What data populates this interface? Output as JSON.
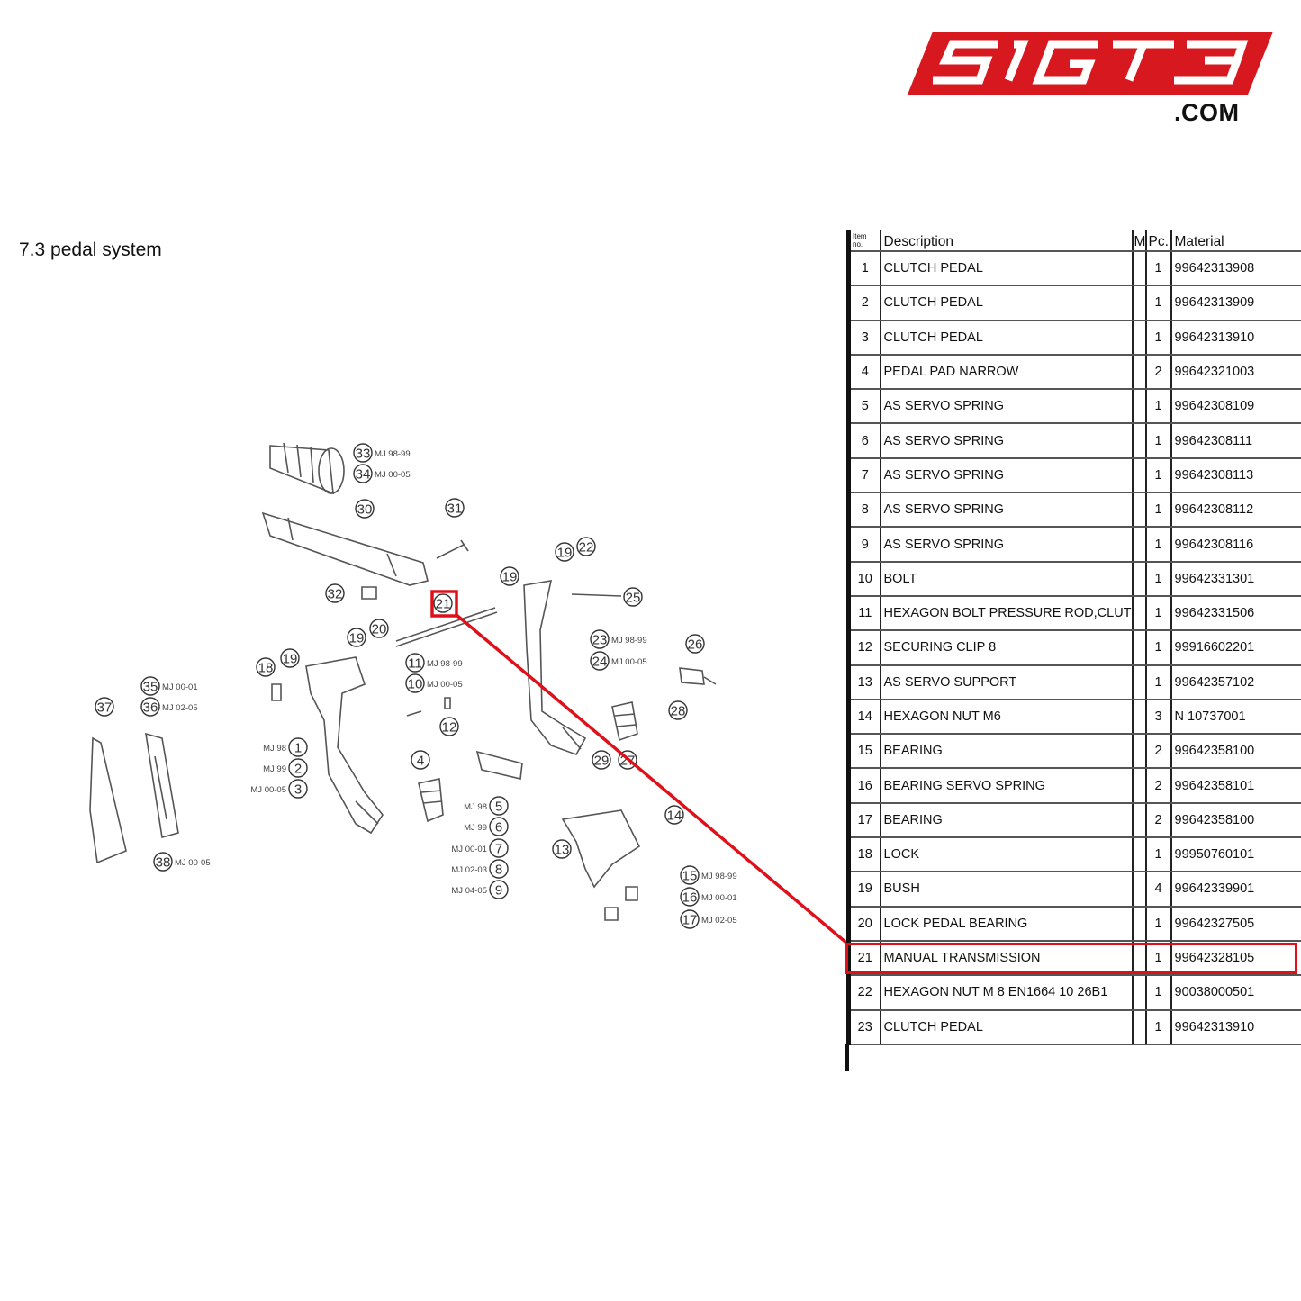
{
  "brand": {
    "logo_text": "SIGT3",
    "domain": ".COM",
    "color": "#d7191f"
  },
  "section_title": "7.3  pedal system",
  "highlight": {
    "item": "21",
    "color": "#e0101a"
  },
  "table": {
    "headers": {
      "item": "Item no.",
      "description": "Description",
      "m": "M",
      "pc": "Pc.",
      "material": "Material"
    },
    "rows": [
      {
        "item": "1",
        "description": "CLUTCH PEDAL",
        "m": "",
        "pc": "1",
        "material": "99642313908"
      },
      {
        "item": "2",
        "description": "CLUTCH PEDAL",
        "m": "",
        "pc": "1",
        "material": "99642313909"
      },
      {
        "item": "3",
        "description": "CLUTCH PEDAL",
        "m": "",
        "pc": "1",
        "material": "99642313910"
      },
      {
        "item": "4",
        "description": "PEDAL PAD NARROW",
        "m": "",
        "pc": "2",
        "material": "99642321003"
      },
      {
        "item": "5",
        "description": "AS SERVO SPRING",
        "m": "",
        "pc": "1",
        "material": "99642308109"
      },
      {
        "item": "6",
        "description": "AS SERVO SPRING",
        "m": "",
        "pc": "1",
        "material": "99642308111"
      },
      {
        "item": "7",
        "description": "AS SERVO SPRING",
        "m": "",
        "pc": "1",
        "material": "99642308113"
      },
      {
        "item": "8",
        "description": "AS SERVO SPRING",
        "m": "",
        "pc": "1",
        "material": "99642308112"
      },
      {
        "item": "9",
        "description": "AS SERVO SPRING",
        "m": "",
        "pc": "1",
        "material": "99642308116"
      },
      {
        "item": "10",
        "description": "BOLT",
        "m": "",
        "pc": "1",
        "material": "99642331301"
      },
      {
        "item": "11",
        "description": "HEXAGON BOLT PRESSURE ROD,CLUTCH",
        "m": "",
        "pc": "1",
        "material": "99642331506"
      },
      {
        "item": "12",
        "description": "SECURING CLIP 8",
        "m": "",
        "pc": "1",
        "material": "99916602201"
      },
      {
        "item": "13",
        "description": "AS SERVO SUPPORT",
        "m": "",
        "pc": "1",
        "material": "99642357102"
      },
      {
        "item": "14",
        "description": "HEXAGON NUT M6",
        "m": "",
        "pc": "3",
        "material": "N 10737001"
      },
      {
        "item": "15",
        "description": "BEARING",
        "m": "",
        "pc": "2",
        "material": "99642358100"
      },
      {
        "item": "16",
        "description": "BEARING SERVO SPRING",
        "m": "",
        "pc": "2",
        "material": "99642358101"
      },
      {
        "item": "17",
        "description": "BEARING",
        "m": "",
        "pc": "2",
        "material": "99642358100"
      },
      {
        "item": "18",
        "description": "LOCK",
        "m": "",
        "pc": "1",
        "material": "99950760101"
      },
      {
        "item": "19",
        "description": "BUSH",
        "m": "",
        "pc": "4",
        "material": "99642339901"
      },
      {
        "item": "20",
        "description": "LOCK PEDAL BEARING",
        "m": "",
        "pc": "1",
        "material": "99642327505"
      },
      {
        "item": "21",
        "description": "MANUAL TRANSMISSION",
        "m": "",
        "pc": "1",
        "material": "99642328105"
      },
      {
        "item": "22",
        "description": "HEXAGON NUT M 8 EN1664 10 26B1",
        "m": "",
        "pc": "1",
        "material": "90038000501"
      },
      {
        "item": "23",
        "description": "CLUTCH PEDAL",
        "m": "",
        "pc": "1",
        "material": "99642313910"
      }
    ]
  },
  "callouts": [
    {
      "n": "33",
      "mj": "MJ 98-99"
    },
    {
      "n": "34",
      "mj": "MJ 00-05"
    },
    {
      "n": "30",
      "mj": ""
    },
    {
      "n": "31",
      "mj": ""
    },
    {
      "n": "32",
      "mj": ""
    },
    {
      "n": "21",
      "mj": ""
    },
    {
      "n": "19",
      "mj": ""
    },
    {
      "n": "22",
      "mj": ""
    },
    {
      "n": "19",
      "mj": ""
    },
    {
      "n": "25",
      "mj": ""
    },
    {
      "n": "23",
      "mj": "MJ 98-99"
    },
    {
      "n": "24",
      "mj": "MJ 00-05"
    },
    {
      "n": "26",
      "mj": ""
    },
    {
      "n": "19",
      "mj": ""
    },
    {
      "n": "20",
      "mj": ""
    },
    {
      "n": "18",
      "mj": ""
    },
    {
      "n": "19",
      "mj": ""
    },
    {
      "n": "11",
      "mj": "MJ 98-99"
    },
    {
      "n": "10",
      "mj": "MJ 00-05"
    },
    {
      "n": "12",
      "mj": ""
    },
    {
      "n": "35",
      "mj": "MJ 00-01"
    },
    {
      "n": "36",
      "mj": "MJ 02-05"
    },
    {
      "n": "37",
      "mj": ""
    },
    {
      "n": "28",
      "mj": ""
    },
    {
      "n": "29",
      "mj": ""
    },
    {
      "n": "27",
      "mj": ""
    },
    {
      "n": "4",
      "mj": ""
    },
    {
      "n": "1",
      "mj": "MJ 98"
    },
    {
      "n": "2",
      "mj": "MJ 99"
    },
    {
      "n": "3",
      "mj": "MJ 00-05"
    },
    {
      "n": "5",
      "mj": "MJ 98"
    },
    {
      "n": "6",
      "mj": "MJ 99"
    },
    {
      "n": "7",
      "mj": "MJ 00-01"
    },
    {
      "n": "8",
      "mj": "MJ 02-03"
    },
    {
      "n": "9",
      "mj": "MJ 04-05"
    },
    {
      "n": "14",
      "mj": ""
    },
    {
      "n": "13",
      "mj": ""
    },
    {
      "n": "38",
      "mj": "MJ 00-05"
    },
    {
      "n": "15",
      "mj": "MJ 98-99"
    },
    {
      "n": "16",
      "mj": "MJ 00-01"
    },
    {
      "n": "17",
      "mj": "MJ 02-05"
    }
  ]
}
